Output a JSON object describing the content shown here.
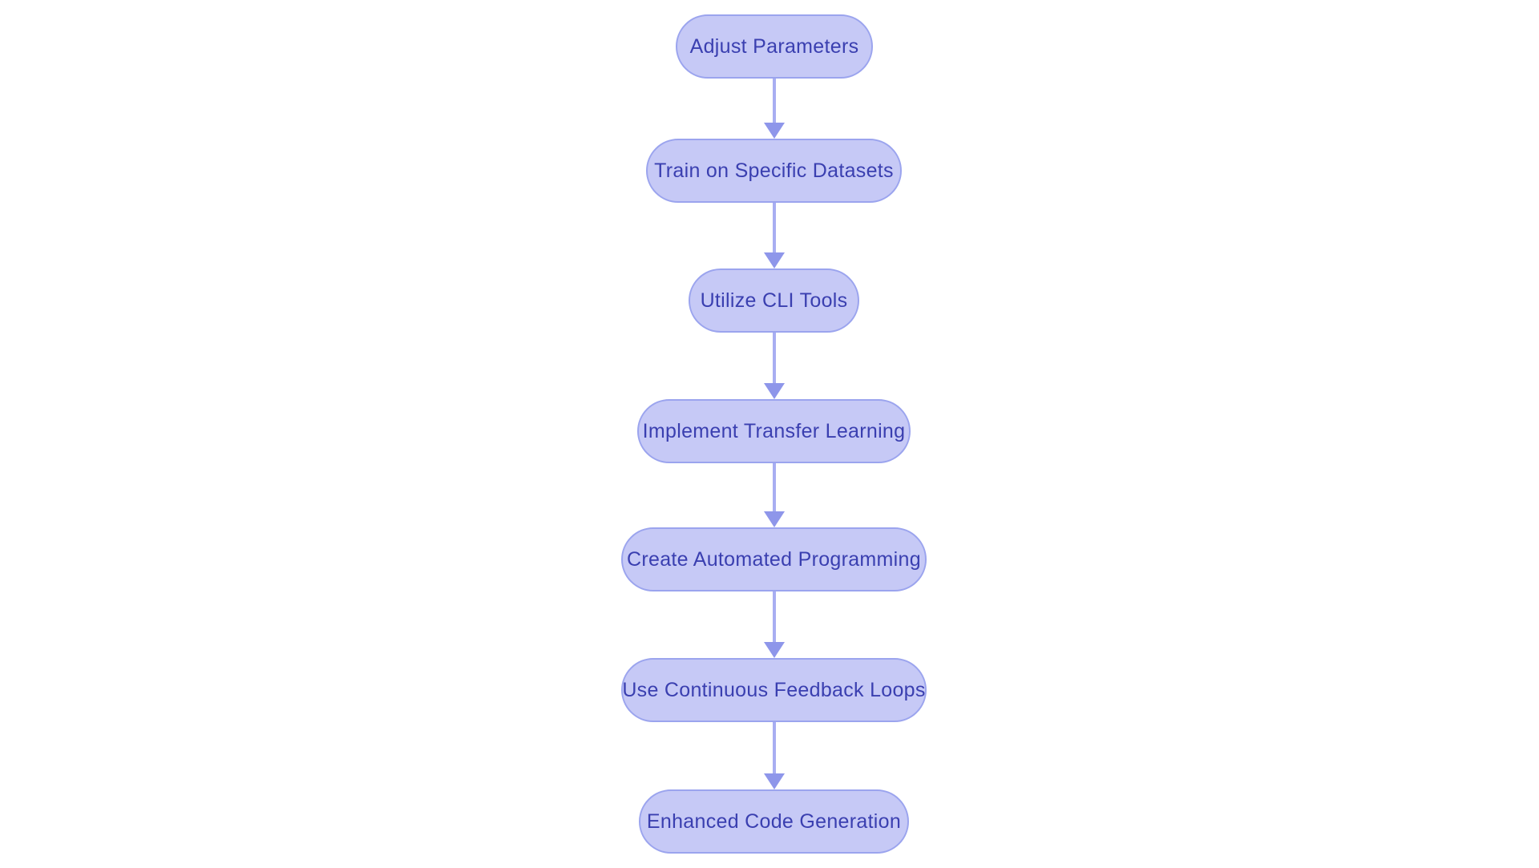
{
  "diagram": {
    "type": "flowchart",
    "direction": "top-down",
    "nodes": [
      {
        "id": "n1",
        "label": "Adjust Parameters"
      },
      {
        "id": "n2",
        "label": "Train on Specific Datasets"
      },
      {
        "id": "n3",
        "label": "Utilize CLI Tools"
      },
      {
        "id": "n4",
        "label": "Implement Transfer Learning"
      },
      {
        "id": "n5",
        "label": "Create Automated Programming"
      },
      {
        "id": "n6",
        "label": "Use Continuous Feedback Loops"
      },
      {
        "id": "n7",
        "label": "Enhanced Code Generation"
      }
    ],
    "edges": [
      {
        "from": "n1",
        "to": "n2"
      },
      {
        "from": "n2",
        "to": "n3"
      },
      {
        "from": "n3",
        "to": "n4"
      },
      {
        "from": "n4",
        "to": "n5"
      },
      {
        "from": "n5",
        "to": "n6"
      },
      {
        "from": "n6",
        "to": "n7"
      }
    ],
    "colors": {
      "node_fill": "#c6c9f6",
      "node_border": "#9ba4ee",
      "node_text": "#3a3fb0",
      "arrow_line": "#a8aef2",
      "arrow_head": "#8e96ea",
      "page_bg": "#ffffff"
    }
  }
}
